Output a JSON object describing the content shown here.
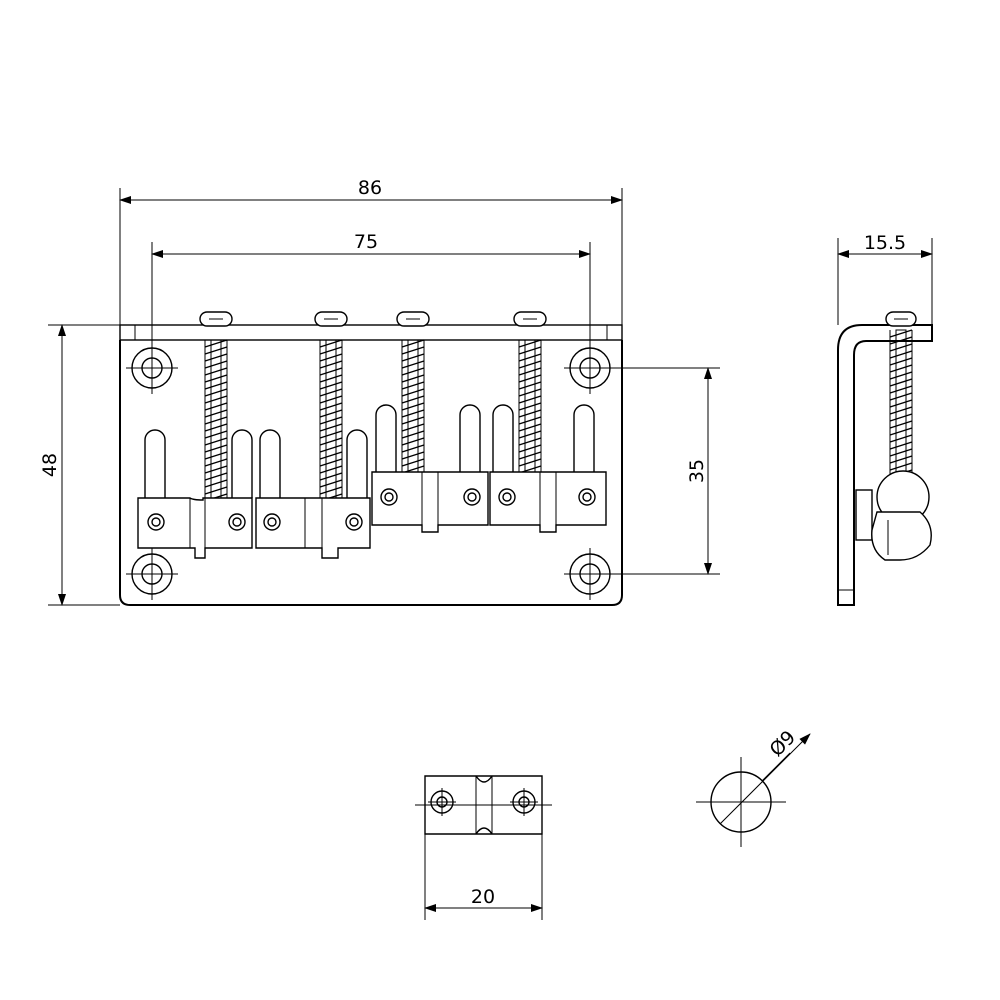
{
  "dimensions": {
    "overall_width": "86",
    "screw_spacing": "75",
    "height": "48",
    "hole_spacing": "35",
    "side_depth": "15.5",
    "saddle_length": "20",
    "saddle_diameter": "Ø9"
  },
  "colors": {
    "line": "#000000",
    "background": "#ffffff"
  },
  "icons": {
    "mounting_hole": "circle-with-crosshair",
    "saddle_end": "circle-with-crosshair"
  }
}
